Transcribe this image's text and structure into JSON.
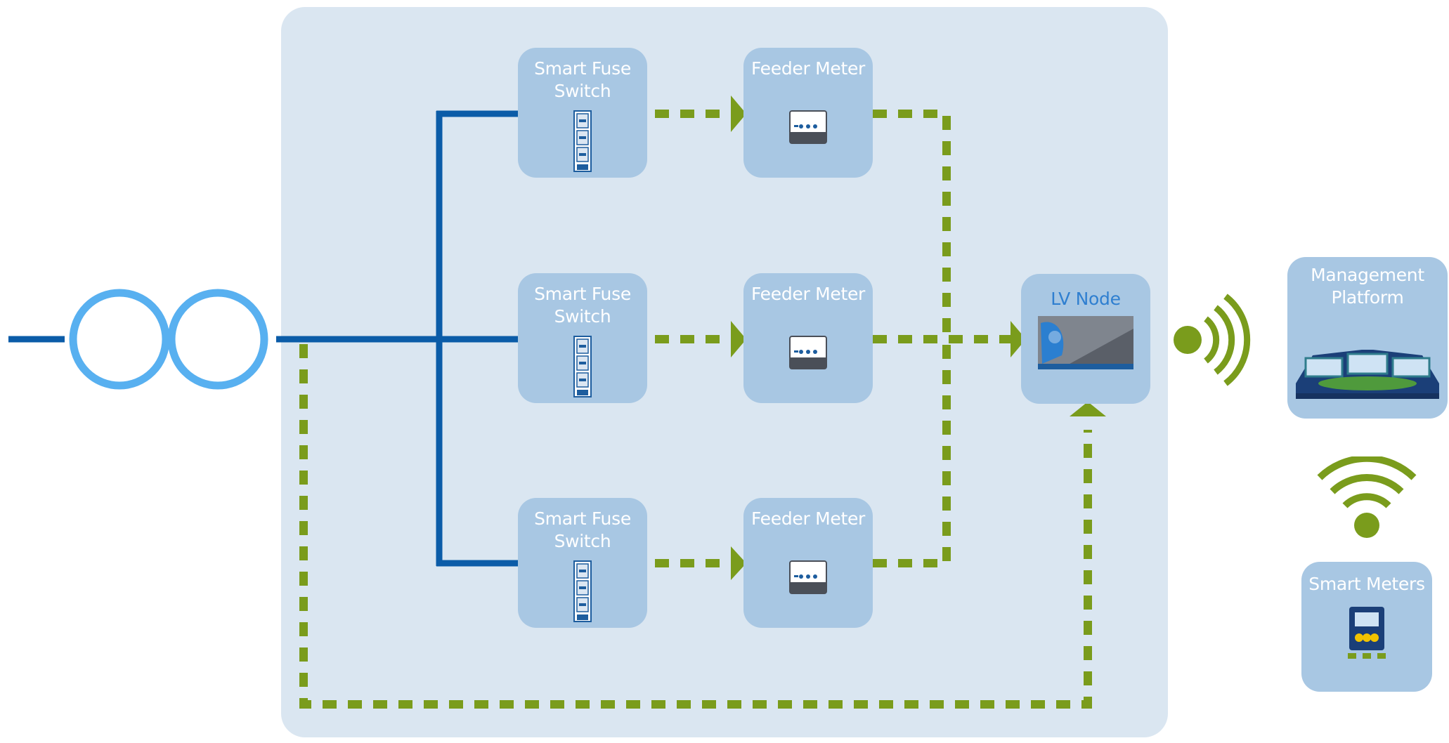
{
  "diagram": {
    "title": "",
    "colors": {
      "background_panel": "#dae6f1",
      "device_box": "#a8c7e3",
      "power_line": "#0b5ca8",
      "transformer": "#58b0f0",
      "data_link": "#7a9c1c",
      "label_text": "#ffffff",
      "lv_node_label": "#2f7fd0"
    },
    "feeders": [
      {
        "fuse_label_line1": "Smart Fuse",
        "fuse_label_line2": "Switch",
        "meter_label": "Feeder Meter"
      },
      {
        "fuse_label_line1": "Smart Fuse",
        "fuse_label_line2": "Switch",
        "meter_label": "Feeder Meter"
      },
      {
        "fuse_label_line1": "Smart Fuse",
        "fuse_label_line2": "Switch",
        "meter_label": "Feeder Meter"
      }
    ],
    "lv_node": {
      "label": "LV Node"
    },
    "management_platform": {
      "label_line1": "Management",
      "label_line2": "Platform"
    },
    "smart_meters": {
      "label": "Smart Meters"
    },
    "icons": {
      "transformer": "transformer-icon",
      "fuse": "fuse-switch-icon",
      "meter": "feeder-meter-icon",
      "lv_node": "lv-node-device-icon",
      "wireless_right": "wireless-signal-icon",
      "wireless_up": "wifi-icon",
      "platform": "control-room-icon",
      "smart_meter": "smart-meter-icon"
    }
  }
}
